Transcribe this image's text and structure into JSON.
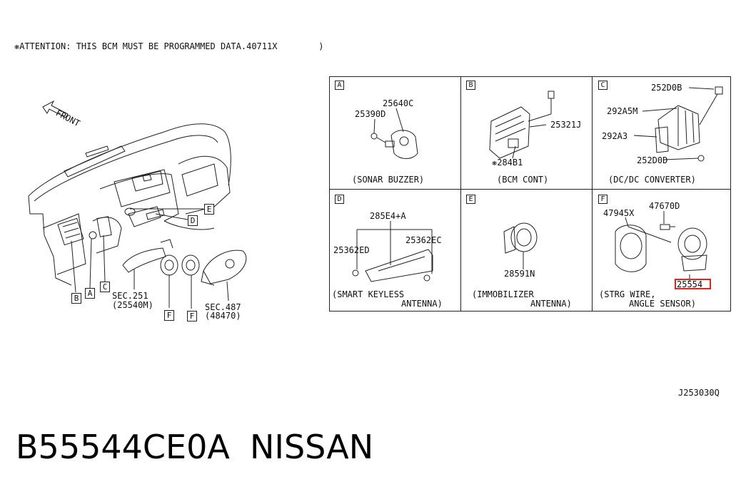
{
  "attention_note": "❋ATTENTION: THIS BCM MUST BE PROGRAMMED DATA.40711X        )",
  "overview": {
    "front_label": "FRONT",
    "tags": [
      "E",
      "D",
      "C",
      "B",
      "A",
      "F",
      "F"
    ],
    "sec_251": "SEC.251",
    "sec_251_part": "(25540M)",
    "sec_487": "SEC.487",
    "sec_487_part": "(48470)"
  },
  "cells": {
    "a": {
      "letter": "A",
      "parts": [
        "25640C",
        "25390D"
      ],
      "caption": "(SONAR BUZZER)"
    },
    "b": {
      "letter": "B",
      "parts": [
        "25321J",
        "❋284B1"
      ],
      "caption": "(BCM CONT)"
    },
    "c": {
      "letter": "C",
      "parts": [
        "252D0B",
        "292A5M",
        "292A3",
        "252D0D"
      ],
      "caption": "(DC/DC CONVERTER)"
    },
    "d": {
      "letter": "D",
      "parts": [
        "285E4+A",
        "25362ED",
        "25362EC"
      ],
      "caption_line1": "(SMART KEYLESS",
      "caption_line2": "ANTENNA)"
    },
    "e": {
      "letter": "E",
      "parts": [
        "28591N"
      ],
      "caption_line1": "(IMMOBILIZER",
      "caption_line2": "ANTENNA)"
    },
    "f": {
      "letter": "F",
      "parts": [
        "47945X",
        "47670D",
        "25554"
      ],
      "caption_line1": "(STRG WIRE,",
      "caption_line2": "ANGLE SENSOR)"
    }
  },
  "diagram_code": "J253030Q",
  "part_number": "B55544CE0A",
  "brand": "NISSAN",
  "colors": {
    "highlight": "#e0261b",
    "ink": "#111111"
  }
}
